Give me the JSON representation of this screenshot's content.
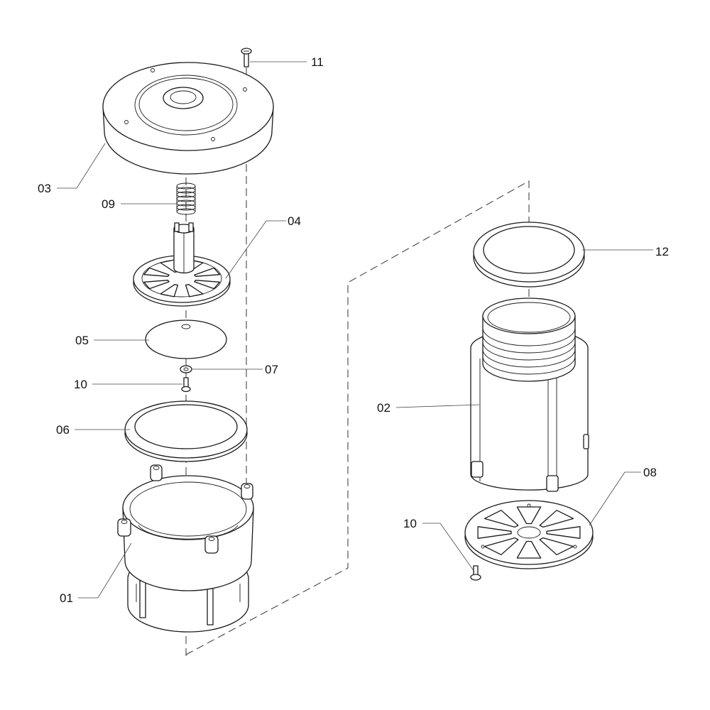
{
  "callouts": {
    "p01": "01",
    "p02": "02",
    "p03": "03",
    "p04": "04",
    "p05": "05",
    "p06": "06",
    "p07": "07",
    "p08": "08",
    "p09": "09",
    "p10_left": "10",
    "p10_right": "10",
    "p11": "11",
    "p12": "12"
  }
}
